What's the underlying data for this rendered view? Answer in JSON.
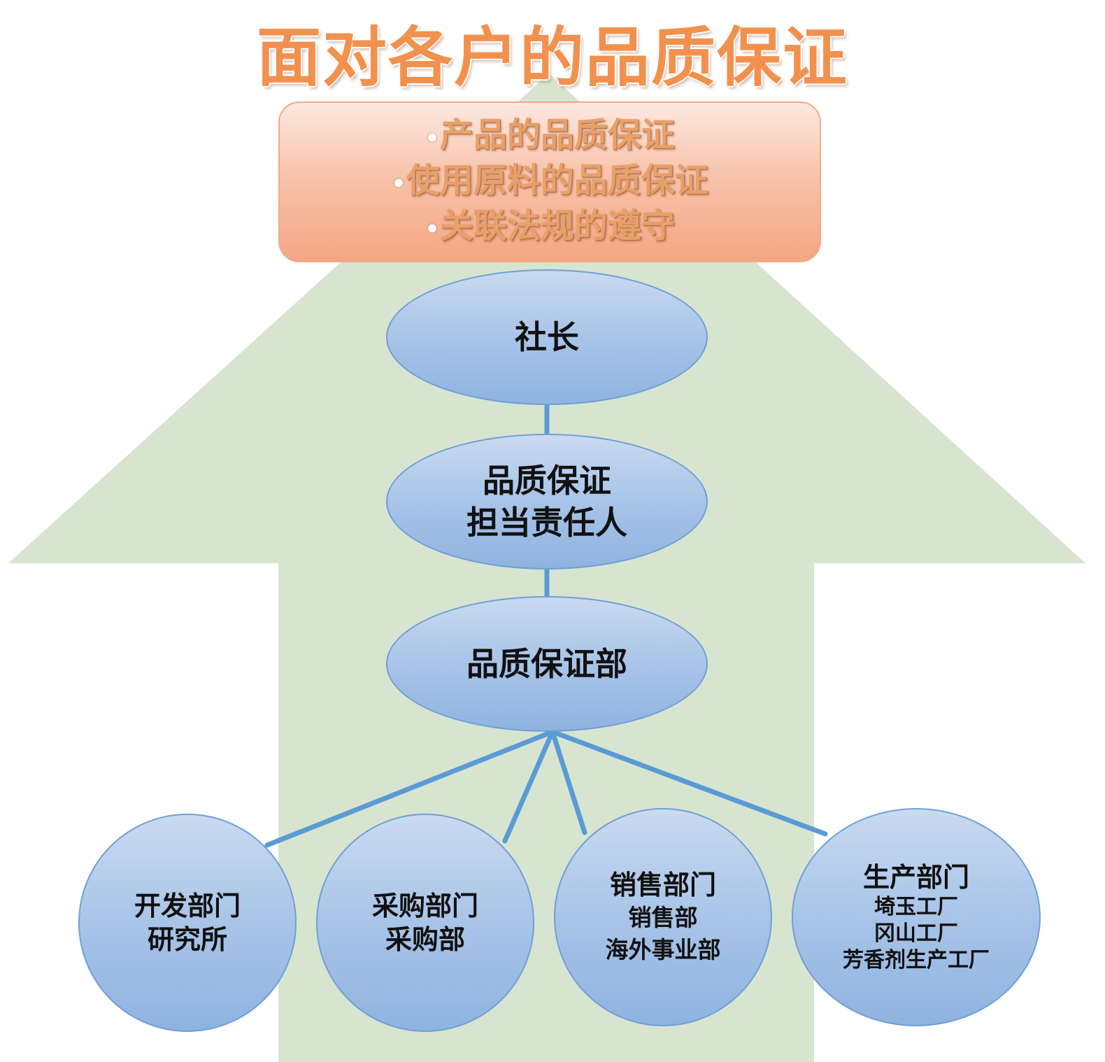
{
  "title": "面对各户的品质保证",
  "goals": [
    "产品的品质保证",
    "使用原料的品质保证",
    "关联法规的遵守"
  ],
  "nodes": {
    "president": {
      "lines": [
        "社长"
      ]
    },
    "qa_manager": {
      "lines": [
        "品质保证",
        "担当责任人"
      ]
    },
    "qa_dept": {
      "lines": [
        "品质保证部"
      ]
    },
    "dev": {
      "lines": [
        "开发部门",
        "研究所"
      ]
    },
    "purchase": {
      "lines": [
        "采购部门",
        "采购部"
      ]
    },
    "sales": {
      "lines": [
        "销售部门",
        "销售部",
        "海外事业部"
      ]
    },
    "production": {
      "lines": [
        "生产部门",
        "埼玉工厂",
        "冈山工厂",
        "芳香剂生产工厂"
      ]
    }
  },
  "colors": {
    "arrow": "#d7e4cf",
    "title": "#f2914e",
    "node_fill": "#a8c4e8",
    "node_border": "#6f9fd6",
    "connector": "#5b9bd5"
  }
}
